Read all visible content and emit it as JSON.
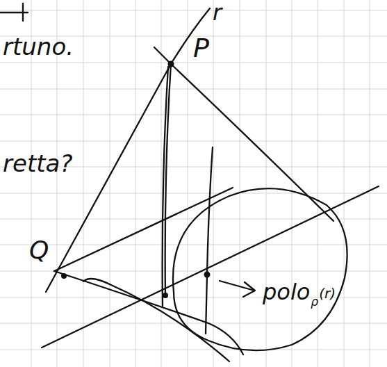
{
  "diagram": {
    "labels": [
      "rtuno.",
      "retta?",
      "P",
      "r",
      "Q",
      "polo",
      "ρ",
      "(r)"
    ]
  }
}
